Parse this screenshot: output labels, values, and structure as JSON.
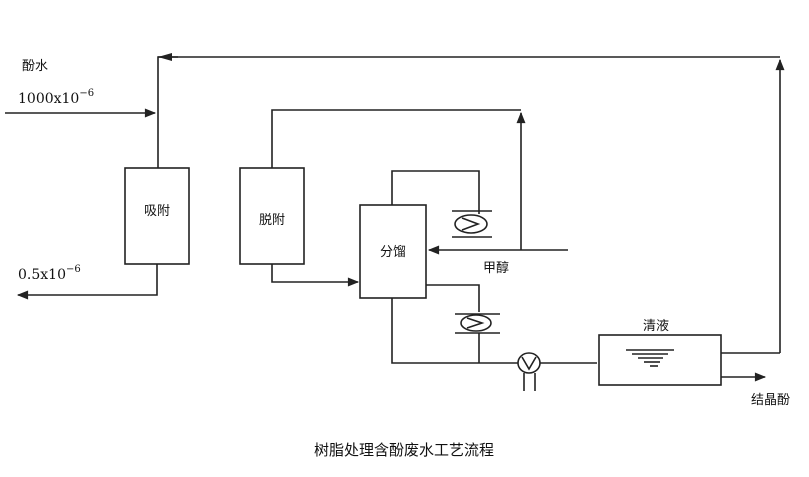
{
  "diagram": {
    "title": "树脂处理含酚废水工艺流程",
    "labels": {
      "feed_name": "酚水",
      "feed_conc_base": "1000x10",
      "feed_conc_exp": "−6",
      "out_conc_base": "0.5x10",
      "out_conc_exp": "−6",
      "methanol": "甲醇",
      "clear_liquid": "清液",
      "crystal_phenol": "结晶酚"
    },
    "units": {
      "adsorption": "吸附",
      "desorption": "脱附",
      "distillation": "分馏"
    }
  }
}
